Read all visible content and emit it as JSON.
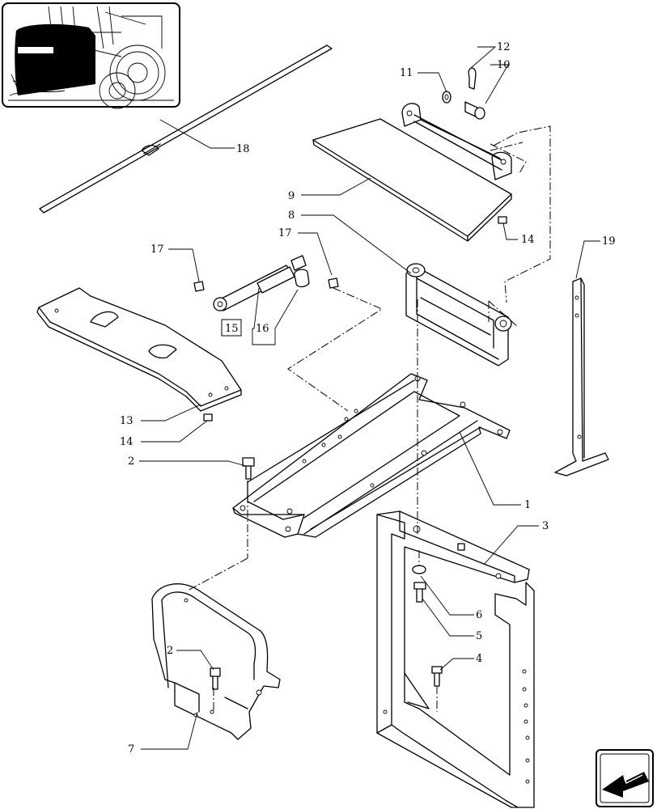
{
  "diagram": {
    "callouts": [
      {
        "id": "c1",
        "label": "1"
      },
      {
        "id": "c2a",
        "label": "2"
      },
      {
        "id": "c2b",
        "label": "2"
      },
      {
        "id": "c3",
        "label": "3"
      },
      {
        "id": "c4",
        "label": "4"
      },
      {
        "id": "c5",
        "label": "5"
      },
      {
        "id": "c6",
        "label": "6"
      },
      {
        "id": "c7",
        "label": "7"
      },
      {
        "id": "c8",
        "label": "8"
      },
      {
        "id": "c9",
        "label": "9"
      },
      {
        "id": "c10",
        "label": "10"
      },
      {
        "id": "c11",
        "label": "11"
      },
      {
        "id": "c12",
        "label": "12"
      },
      {
        "id": "c13",
        "label": "13"
      },
      {
        "id": "c14a",
        "label": "14"
      },
      {
        "id": "c14b",
        "label": "14"
      },
      {
        "id": "c15",
        "label": "15"
      },
      {
        "id": "c16",
        "label": "16"
      },
      {
        "id": "c17a",
        "label": "17"
      },
      {
        "id": "c17b",
        "label": "17"
      },
      {
        "id": "c18",
        "label": "18"
      },
      {
        "id": "c19",
        "label": "19"
      }
    ],
    "boxed_callout": "15",
    "navigation": {
      "icon": "back-arrow-icon"
    },
    "thumbnail": {
      "icon": "tractor-thumbnail-icon"
    }
  }
}
